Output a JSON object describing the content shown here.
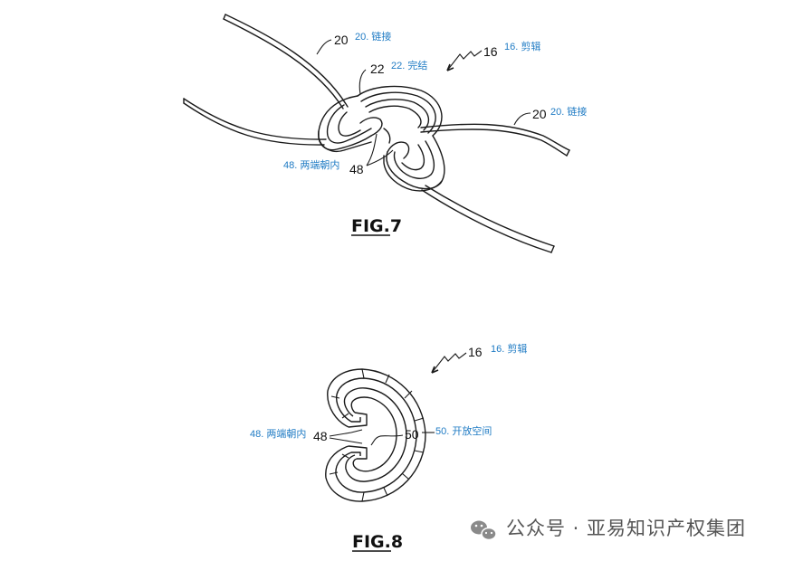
{
  "fig7": {
    "title": "FIG.7",
    "labels": {
      "n20_left": "20",
      "cn20_left": "20. 链接",
      "n16": "16",
      "cn16": "16. 剪辑",
      "n22": "22",
      "cn22": "22. 完结",
      "n20_right": "20",
      "cn20_right": "20. 链接",
      "n48": "48",
      "cn48": "48. 两端朝内"
    }
  },
  "fig8": {
    "title": "FIG.8",
    "labels": {
      "n16": "16",
      "cn16": "16. 剪辑",
      "n48": "48",
      "cn48": "48. 两端朝内",
      "n50": "50",
      "cn50": "50. 开放空间"
    }
  },
  "watermark": {
    "text": "公众号 · 亚易知识产权集团",
    "icon": "wechat-icon"
  },
  "colors": {
    "annotation": "#1f7bc4",
    "line": "#1a1a1a"
  }
}
